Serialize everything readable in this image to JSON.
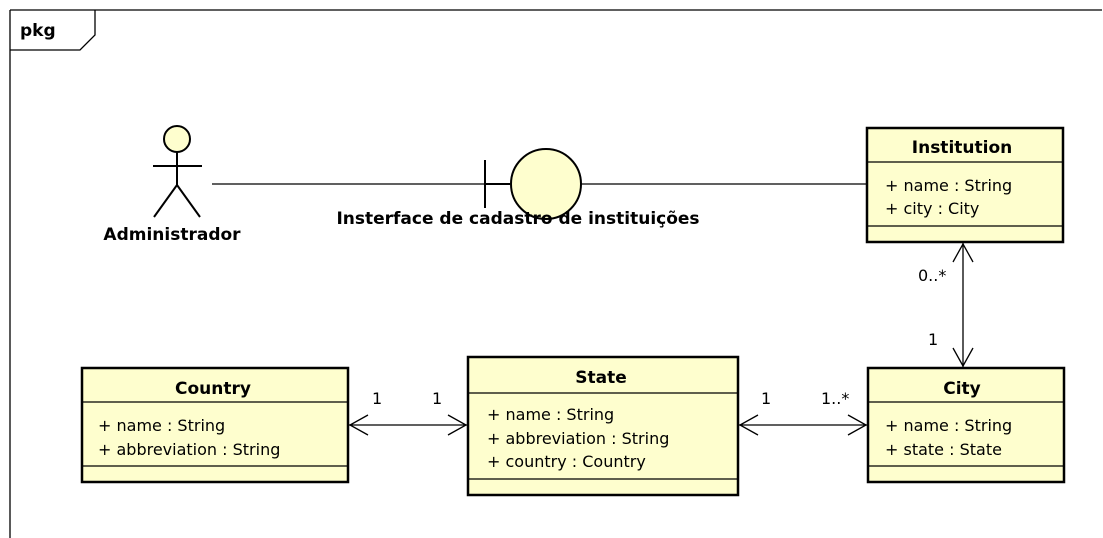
{
  "frame": {
    "label": "pkg"
  },
  "actor": {
    "name": "Administrador"
  },
  "boundary": {
    "name": "Insterface de cadastro de instituições"
  },
  "classes": {
    "institution": {
      "name": "Institution",
      "attributes": [
        "+ name : String",
        "+ city : City"
      ]
    },
    "country": {
      "name": "Country",
      "attributes": [
        "+ name : String",
        "+ abbreviation : String"
      ]
    },
    "state": {
      "name": "State",
      "attributes": [
        "+ name : String",
        "+ abbreviation : String",
        "+ country : Country"
      ]
    },
    "city": {
      "name": "City",
      "attributes": [
        "+ name : String",
        "+ state : State"
      ]
    }
  },
  "associations": {
    "institution_city": {
      "institution_end": "0..*",
      "city_end": "1"
    },
    "country_state": {
      "country_end": "1",
      "state_end": "1"
    },
    "state_city": {
      "state_end": "1",
      "city_end": "1..*"
    }
  },
  "colors": {
    "class_fill": "#fefece",
    "stroke": "#000000"
  }
}
